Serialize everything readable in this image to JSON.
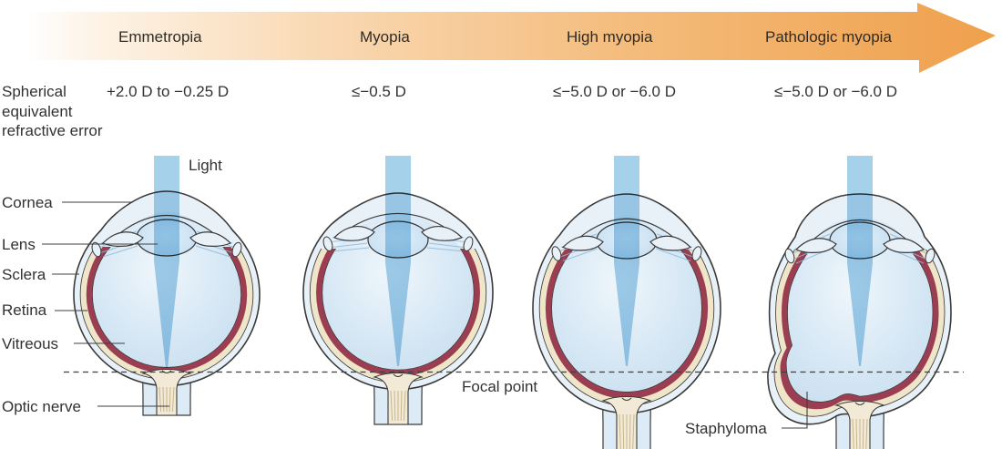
{
  "arrow": {
    "labels": [
      "Emmetropia",
      "Myopia",
      "High myopia",
      "Pathologic myopia"
    ],
    "color_start": "#ffffff",
    "color_end": "#efa04c"
  },
  "refractive_row": {
    "label_lines": [
      "Spherical",
      "equivalent",
      "refractive error"
    ],
    "values": [
      "+2.0 D to −0.25 D",
      "≤−0.5 D",
      "≤−5.0 D or −6.0 D",
      "≤−5.0 D or −6.0 D"
    ]
  },
  "eye_labels": {
    "light": "Light",
    "cornea": "Cornea",
    "lens": "Lens",
    "sclera": "Sclera",
    "retina": "Retina",
    "vitreous": "Vitreous",
    "optic_nerve": "Optic nerve",
    "focal_point": "Focal point",
    "staphyloma": "Staphyloma"
  },
  "colors": {
    "arrow_orange": "#efa04c",
    "beam_blue": "#a6d1ea",
    "sclera_cream": "#efe5c9",
    "retina_maroon": "#9c3e51",
    "vitreous_blue": "#d7e8f5",
    "vitreous_light": "#eff6fb",
    "vitreous_edge": "#c7ddee",
    "eye_pale": "#e8f1f8",
    "sheath_blue": "#dcebf5",
    "nerve_cream": "#f2ead6",
    "nerve_line": "#c8b68b",
    "lens_center": "#dfeef9",
    "lens_edge": "#c2dcf0",
    "zonule_blue": "#8fb9da",
    "outline": "#3a3a3a",
    "leader": "#3f3f3f",
    "text": "#323232"
  }
}
